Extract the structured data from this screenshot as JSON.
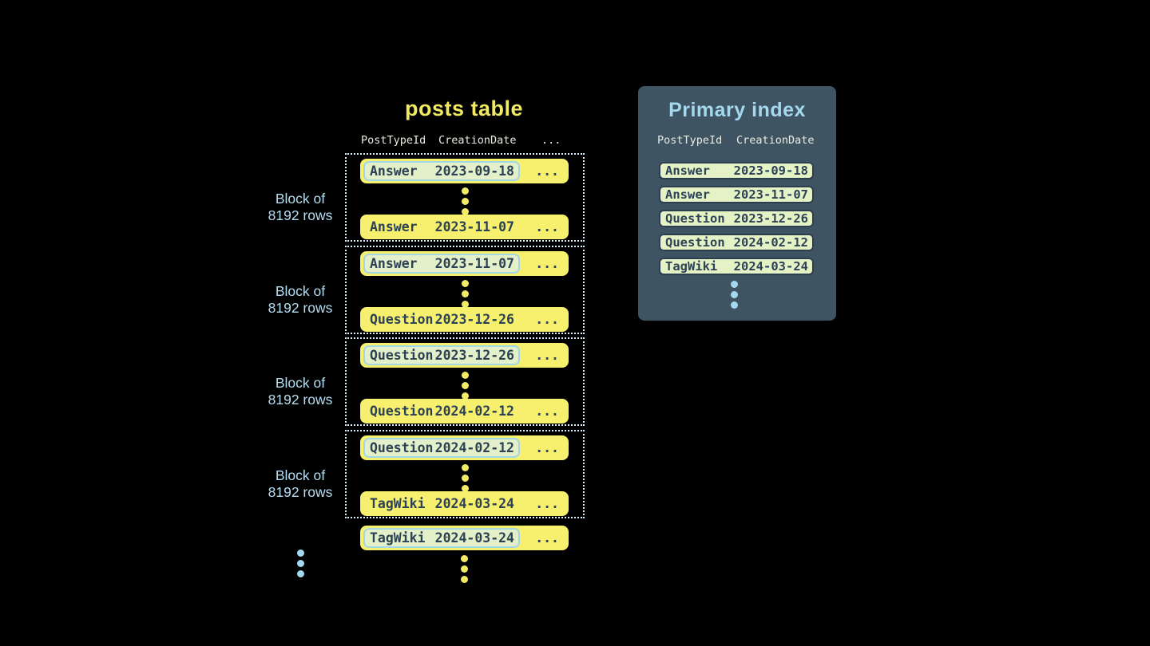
{
  "colors": {
    "background": "#000000",
    "row_yellow": "#f7f06e",
    "title_yellow": "#f0ea62",
    "highlight_green": "#e3f0c9",
    "highlight_border_blue": "#a3d7e7",
    "dark_text": "#2d4154",
    "panel_slate": "#3e5463",
    "light_blue": "#a5d8ec",
    "dotted_border": "#d9eef6",
    "header_text": "#e9ebe0"
  },
  "posts_table": {
    "title": "posts table",
    "headers": {
      "col1": "PostTypeId",
      "col2": "CreationDate",
      "more": "..."
    },
    "block_label": {
      "line1": "Block of",
      "line2": "8192 rows"
    },
    "ellipsis": "...",
    "blocks": [
      {
        "first": {
          "type": "Answer",
          "date": "2023-09-18"
        },
        "last": {
          "type": "Answer",
          "date": "2023-11-07"
        }
      },
      {
        "first": {
          "type": "Answer",
          "date": "2023-11-07"
        },
        "last": {
          "type": "Question",
          "date": "2023-12-26"
        }
      },
      {
        "first": {
          "type": "Question",
          "date": "2023-12-26"
        },
        "last": {
          "type": "Question",
          "date": "2024-02-12"
        }
      },
      {
        "first": {
          "type": "Question",
          "date": "2024-02-12"
        },
        "last": {
          "type": "TagWiki",
          "date": "2024-03-24"
        }
      }
    ],
    "overflow_row": {
      "type": "TagWiki",
      "date": "2024-03-24"
    }
  },
  "primary_index": {
    "title": "Primary index",
    "headers": {
      "col1": "PostTypeId",
      "col2": "CreationDate"
    },
    "rows": [
      {
        "type": "Answer",
        "date": "2023-09-18"
      },
      {
        "type": "Answer",
        "date": "2023-11-07"
      },
      {
        "type": "Question",
        "date": "2023-12-26"
      },
      {
        "type": "Question",
        "date": "2024-02-12"
      },
      {
        "type": "TagWiki",
        "date": "2024-03-24"
      }
    ]
  }
}
